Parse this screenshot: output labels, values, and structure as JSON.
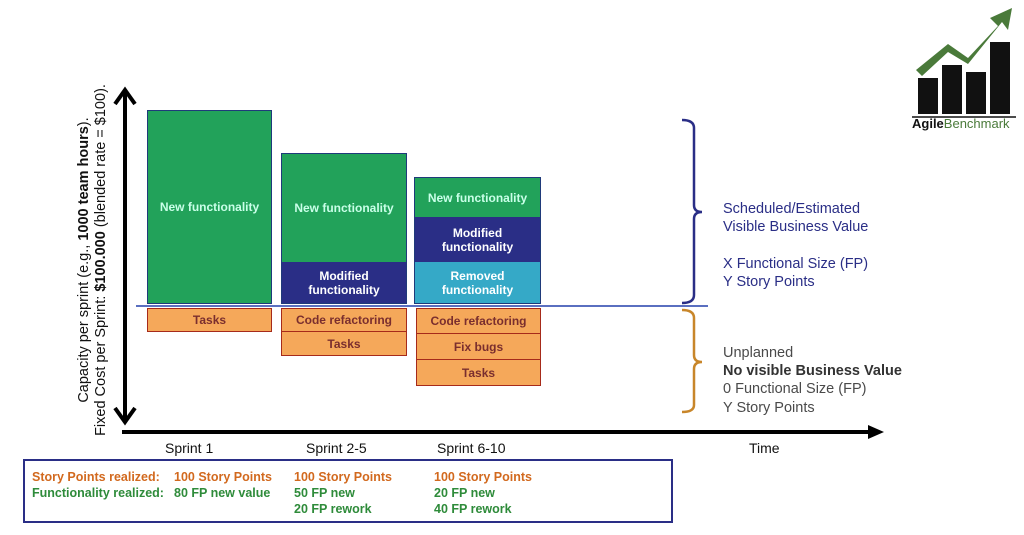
{
  "y_axis": {
    "line1_prefix": "Capacity per sprint (e.g., ",
    "line1_bold": "1000 team hours",
    "line1_suffix": ").",
    "line2_prefix": "Fixed Cost per Sprint: ",
    "line2_bold": "$100.000",
    "line2_suffix": " (blended rate = $100)."
  },
  "x_axis": {
    "label": "Time",
    "sprints": [
      "Sprint 1",
      "Sprint 2-5",
      "Sprint 6-10"
    ]
  },
  "columns": [
    {
      "planned": [
        {
          "label": "New functionality",
          "type": "new"
        }
      ],
      "unplanned": [
        {
          "label": "Tasks"
        }
      ]
    },
    {
      "planned": [
        {
          "label": "New functionality",
          "type": "new"
        },
        {
          "label": "Modified functionality",
          "type": "mod"
        }
      ],
      "unplanned": [
        {
          "label": "Code refactoring"
        },
        {
          "label": "Tasks"
        }
      ]
    },
    {
      "planned": [
        {
          "label": "New functionality",
          "type": "new"
        },
        {
          "label": "Modified functionality",
          "type": "mod"
        },
        {
          "label": "Removed functionality",
          "type": "rem"
        }
      ],
      "unplanned": [
        {
          "label": "Code refactoring"
        },
        {
          "label": "Fix bugs"
        },
        {
          "label": "Tasks"
        }
      ]
    }
  ],
  "legend": {
    "planned": {
      "line1": "Scheduled/Estimated",
      "line2": "Visible Business Value",
      "line3": "X Functional Size (FP)",
      "line4": "Y Story Points"
    },
    "unplanned": {
      "line1": "Unplanned",
      "line2": "No visible Business Value",
      "line3": "0 Functional Size (FP)",
      "line4": "Y Story Points"
    }
  },
  "summary": {
    "sp_label": "Story Points realized:",
    "fp_label": "Functionality realized:",
    "sprints": [
      {
        "sp": "100 Story Points",
        "fp_lines": [
          "80 FP new value"
        ]
      },
      {
        "sp": "100 Story Points",
        "fp_lines": [
          "50 FP new",
          "20 FP rework"
        ]
      },
      {
        "sp": "100 Story Points",
        "fp_lines": [
          "20 FP new",
          "40 FP rework"
        ]
      }
    ]
  },
  "logo": {
    "part1": "Agile",
    "part2": "Benchmark"
  },
  "colors": {
    "new": "#22a25a",
    "modified": "#2a2e86",
    "removed": "#35a9c7",
    "unplanned": "#f5a85a",
    "planned_brace": "#2a2e86",
    "unplanned_brace": "#c8862a",
    "baseline": "#5a6fc0"
  }
}
